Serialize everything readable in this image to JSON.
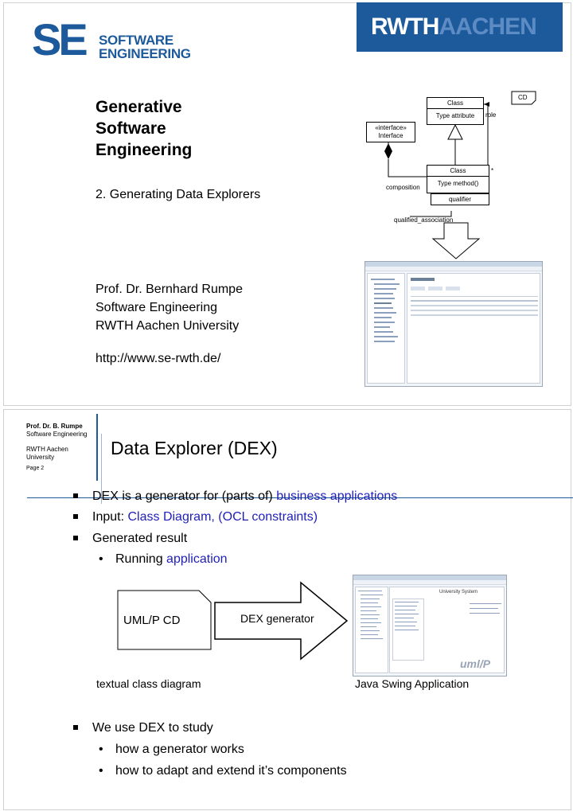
{
  "slide1": {
    "logo": {
      "letters": "SE",
      "line1": "SOFTWARE",
      "line2": "ENGINEERING",
      "brand_color": "#1d5a9c"
    },
    "rwth": {
      "part1": "RWTH",
      "part2": "AACHEN"
    },
    "title_lines": [
      "Generative",
      "Software",
      "Engineering"
    ],
    "subtitle": "2. Generating Data Explorers",
    "author_lines": [
      "Prof. Dr. Bernhard Rumpe",
      "Software Engineering",
      "RWTH Aachen University"
    ],
    "url": "http://www.se-rwth.de/",
    "uml": {
      "cd_tag": "CD",
      "class_top": "Class",
      "type_attribute": "Type attribute",
      "role": "role",
      "interface_stereo": "«interface»",
      "interface_name": "Interface",
      "class_mid": "Class",
      "multiplicity": "*",
      "type_method": "Type method()",
      "composition": "composition",
      "qualifier": "qualifier",
      "qualified_association": "qualified_association"
    }
  },
  "slide2": {
    "header": {
      "author": "Prof. Dr. B. Rumpe",
      "group": "Software Engineering",
      "univ1": "RWTH Aachen",
      "univ2": "University",
      "page": "Page 2"
    },
    "title": "Data Explorer (DEX)",
    "bullets": {
      "b1_pre": "DEX is a generator for (parts of) ",
      "b1_blue": "business applications",
      "b2_pre": "Input: ",
      "b2_blue": "Class Diagram, (OCL constraints)",
      "b3": "Generated result",
      "b3_sub_pre": "Running ",
      "b3_sub_blue": "application",
      "b4": "We use DEX to study",
      "b4_sub1": "how a generator works",
      "b4_sub2": "how to adapt and extend it’s components"
    },
    "figure": {
      "doc_label": "UML/P CD",
      "arrow_label": "DEX generator",
      "app_title": "University System",
      "caption_left": "textual class diagram",
      "caption_right": "Java Swing Application"
    },
    "accent_blue": "#1f1fb8"
  }
}
